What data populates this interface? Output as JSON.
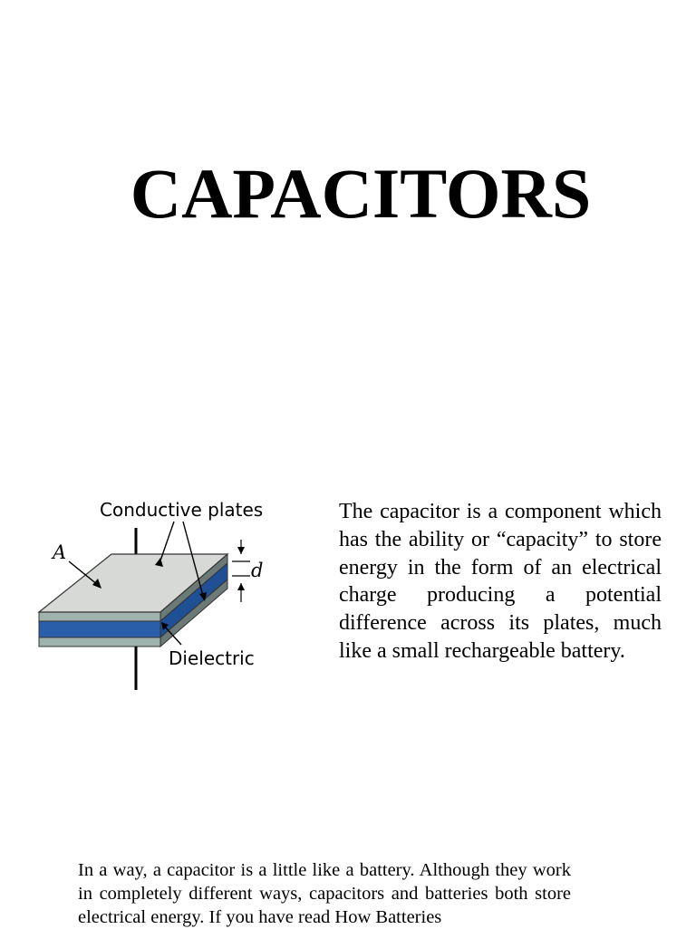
{
  "title": "CAPACITORS",
  "diagram": {
    "label_plates": "Conductive plates",
    "label_area": "A",
    "label_distance": "d",
    "label_dielectric": "Dielectric",
    "colors": {
      "plate_top": "#d6d9d6",
      "plate_layer": "#9fb2ae",
      "dielectric": "#2a5ea8",
      "side_dark": "#55605e"
    }
  },
  "description": "The capacitor is a component which has the ability or “capacity” to store energy in the form of an electrical charge producing a potential difference across its plates, much like a small rechargeable battery.",
  "body": "In a way, a capacitor is a little like a battery. Although they work in completely different ways, capacitors and batteries both store electrical energy. If you have read How Batteries"
}
